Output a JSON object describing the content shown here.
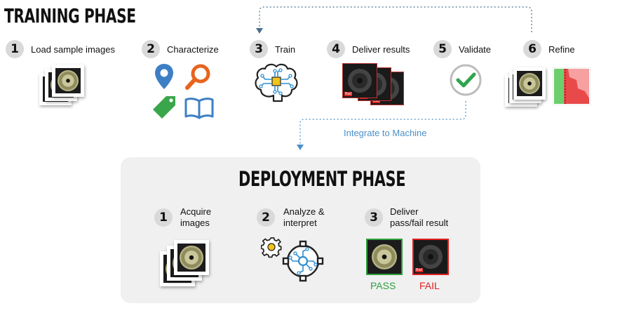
{
  "training": {
    "title": "TRAINING PHASE",
    "steps": [
      {
        "num": "1",
        "label": "Load sample images",
        "icon": "image-stack-icon"
      },
      {
        "num": "2",
        "label": "Characterize",
        "icons": [
          "location-pin-icon",
          "magnifier-icon",
          "tag-icon",
          "book-icon"
        ]
      },
      {
        "num": "3",
        "label": "Train",
        "icon": "brain-circuit-icon"
      },
      {
        "num": "4",
        "label": "Deliver results",
        "icon": "result-images-icon"
      },
      {
        "num": "5",
        "label": "Validate",
        "icon": "check-circle-icon"
      },
      {
        "num": "6",
        "label": "Refine",
        "icon": "refine-chart-icon"
      }
    ],
    "integrate_label": "Integrate to Machine"
  },
  "deployment": {
    "title": "DEPLOYMENT PHASE",
    "steps": [
      {
        "num": "1",
        "label_line1": "Acquire",
        "label_line2": "images",
        "icon": "image-stack-icon"
      },
      {
        "num": "2",
        "label_line1": "Analyze &",
        "label_line2": "interpret",
        "icon": "gears-circuit-icon"
      },
      {
        "num": "3",
        "label_line1": "Deliver",
        "label_line2": "pass/fail result",
        "icon": "pass-fail-images-icon"
      }
    ],
    "pass_label": "PASS",
    "fail_label": "FAIL"
  },
  "image_tag": "Bad",
  "colors": {
    "pin_blue": "#3d7fc4",
    "magnifier_orange": "#e8641e",
    "tag_green": "#3aa64c",
    "book_blue": "#3d7fc4",
    "check_green": "#2ea44f",
    "pass_green": "#2e9e3e",
    "fail_red": "#e02020",
    "arrow_blue": "#4a90c8",
    "circuit_blue": "#2f8fd0",
    "circuit_yellow": "#f2c418"
  }
}
